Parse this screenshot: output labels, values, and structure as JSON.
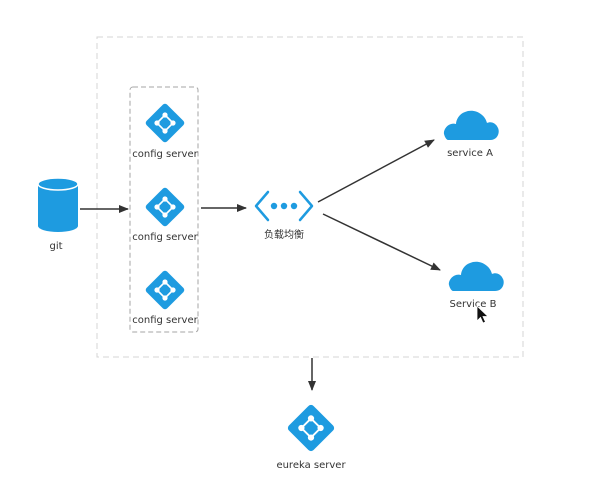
{
  "nodes": {
    "git": {
      "label": "git",
      "icon": "database-cylinder-icon"
    },
    "config_servers": [
      {
        "label": "config server",
        "icon": "diamond-node-icon"
      },
      {
        "label": "config server",
        "icon": "diamond-node-icon"
      },
      {
        "label": "config server",
        "icon": "diamond-node-icon"
      }
    ],
    "load_balancer": {
      "label": "负载均衡",
      "icon": "load-balancer-icon"
    },
    "service_a": {
      "label": "service A",
      "icon": "cloud-icon"
    },
    "service_b": {
      "label": "Service B",
      "icon": "cloud-icon"
    },
    "eureka": {
      "label": "eureka server",
      "icon": "diamond-node-icon"
    }
  },
  "colors": {
    "accent": "#1e9be0",
    "arrow": "#333333",
    "text": "#333333",
    "outer_frame": "#d4d4d4",
    "inner_frame": "#a6a6a6"
  }
}
